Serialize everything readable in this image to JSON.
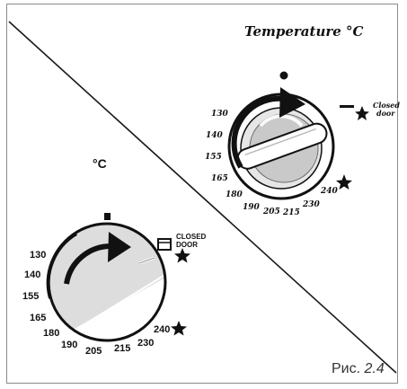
{
  "title": "Temperature °C",
  "celsius_symbol": "°C",
  "scale_values": [
    "130",
    "140",
    "155",
    "165",
    "180",
    "190",
    "205",
    "215",
    "230",
    "240"
  ],
  "top_closed_door": "Closed door",
  "bottom_closed_door_line1": "CLOSED",
  "bottom_closed_door_line2": "DOOR",
  "caption_prefix": "Рис.",
  "caption_number": "2.4"
}
